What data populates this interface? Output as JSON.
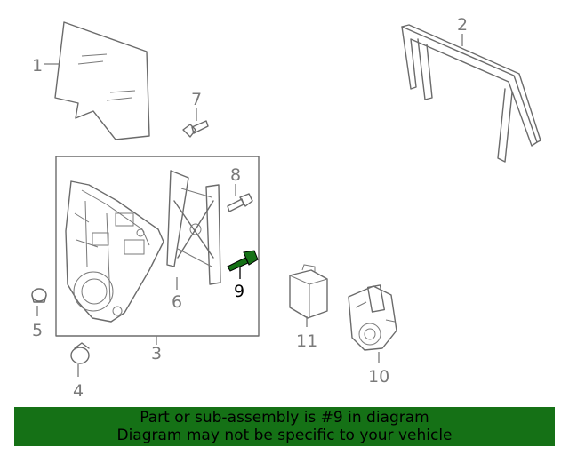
{
  "callouts": [
    {
      "number": "1",
      "part": "door-glass"
    },
    {
      "number": "2",
      "part": "run-channel"
    },
    {
      "number": "3",
      "part": "regulator-assembly"
    },
    {
      "number": "4",
      "part": "grommet"
    },
    {
      "number": "5",
      "part": "plug"
    },
    {
      "number": "6",
      "part": "regulator"
    },
    {
      "number": "7",
      "part": "bolt"
    },
    {
      "number": "8",
      "part": "bolt"
    },
    {
      "number": "9",
      "part": "bolt",
      "highlighted": true
    },
    {
      "number": "10",
      "part": "motor"
    },
    {
      "number": "11",
      "part": "control-module"
    }
  ],
  "highlight_color": "#157116",
  "banner": {
    "line1": "Part or sub-assembly is #9 in diagram",
    "line2": "Diagram may not be specific to your vehicle",
    "background": "#157116"
  }
}
